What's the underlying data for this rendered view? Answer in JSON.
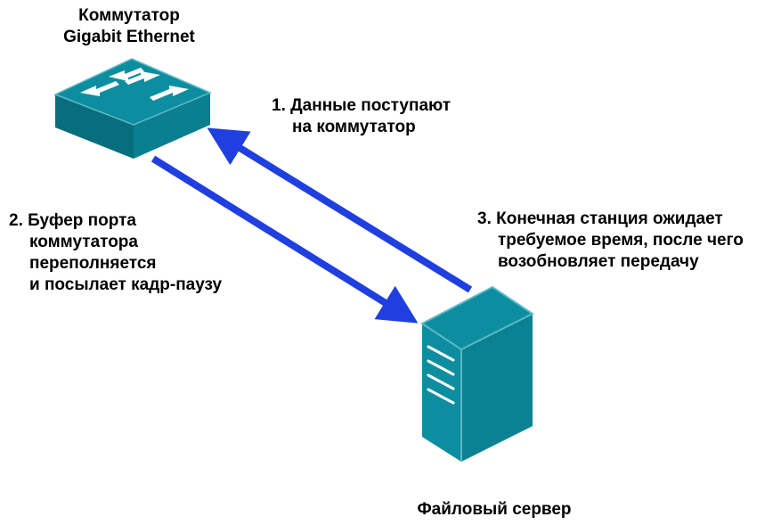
{
  "switch": {
    "title_line1": "Коммутатор",
    "title_line2": "Gigabit Ethernet"
  },
  "server": {
    "title": "Файловый сервер"
  },
  "steps": {
    "step1": {
      "line1": "1. Данные поступают",
      "line2": "на коммутатор"
    },
    "step2": {
      "line1": "2. Буфер порта",
      "line2": "коммутатора",
      "line3": "переполняется",
      "line4": "и посылает кадр-паузу"
    },
    "step3": {
      "line1": "3. Конечная станция ожидает",
      "line2": "требуемое время, после чего",
      "line3": "возобновляет передачу"
    }
  },
  "colors": {
    "device_fill": "#0c8ea0",
    "device_dark": "#066e7d",
    "device_light": "#5fb9c6",
    "arrow": "#1f3fe0"
  },
  "icons": {
    "switch": "network-switch-icon",
    "server": "file-server-icon"
  }
}
